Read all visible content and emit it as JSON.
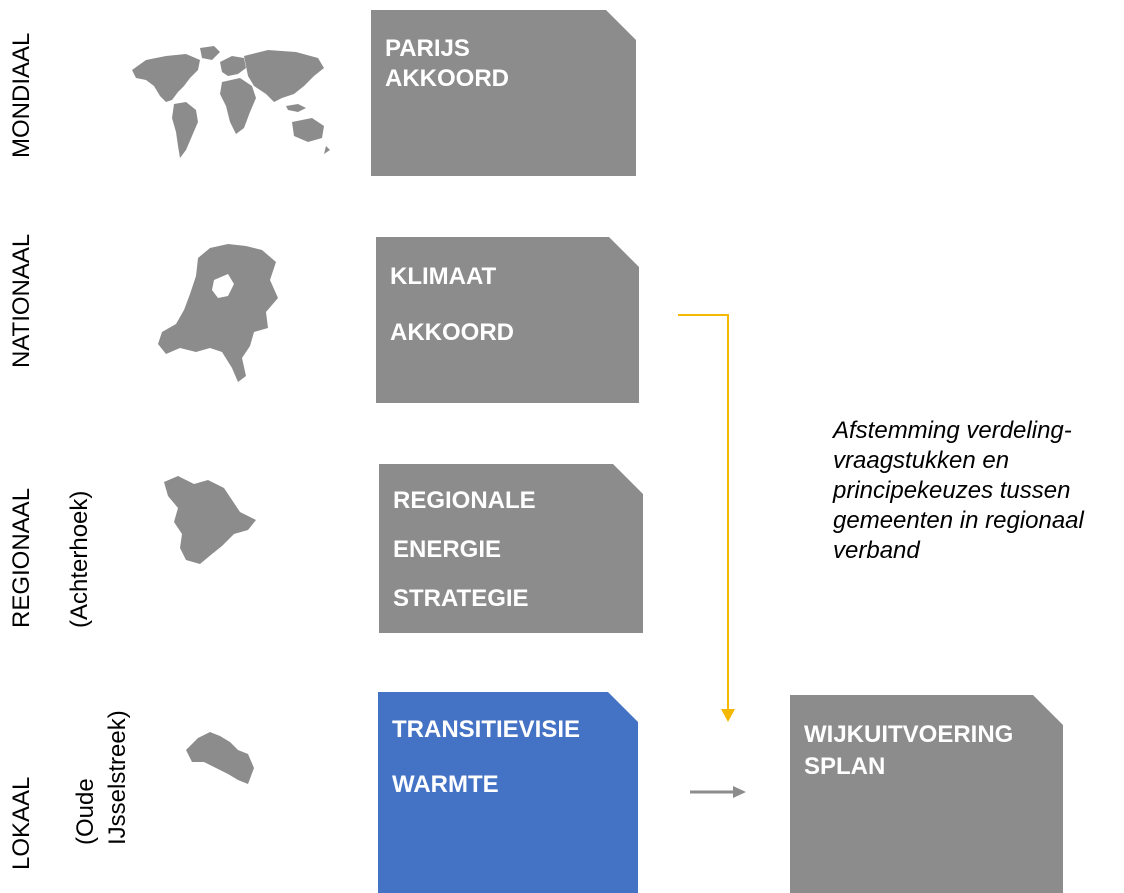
{
  "levels": [
    {
      "title": "MONDIAAL",
      "subtitle": ""
    },
    {
      "title": "NATIONAAL",
      "subtitle": ""
    },
    {
      "title": "REGIONAAL",
      "subtitle": "(Achterhoek)"
    },
    {
      "title": "LOKAAL",
      "subtitle_1": "(Oude",
      "subtitle_2": "IJsselstreek)"
    }
  ],
  "boxes": {
    "parijs": {
      "lines": [
        "PARIJS",
        "AKKOORD"
      ]
    },
    "klimaat": {
      "lines": [
        "KLIMAAT",
        "AKKOORD"
      ]
    },
    "res": {
      "lines": [
        "REGIONALE",
        "ENERGIE",
        "STRATEGIE"
      ]
    },
    "tvw": {
      "lines": [
        "TRANSITIEVISIE",
        "WARMTE"
      ]
    },
    "wijk": {
      "lines": [
        "WIJKUITVOERING",
        "SPLAN"
      ]
    }
  },
  "note": "Afstemming verdeling-vraagstukken en principekeuzes tussen gemeenten in regionaal verband",
  "colors": {
    "gray_box": "#8c8c8c",
    "blue_box": "#4472c4",
    "map_fill": "#8c8c8c",
    "orange_line": "#f5b800",
    "gray_arrow": "#8c8c8c"
  },
  "icons": [
    "world-map-icon",
    "netherlands-map-icon",
    "achterhoek-map-icon",
    "oude-ijsselstreek-map-icon"
  ]
}
